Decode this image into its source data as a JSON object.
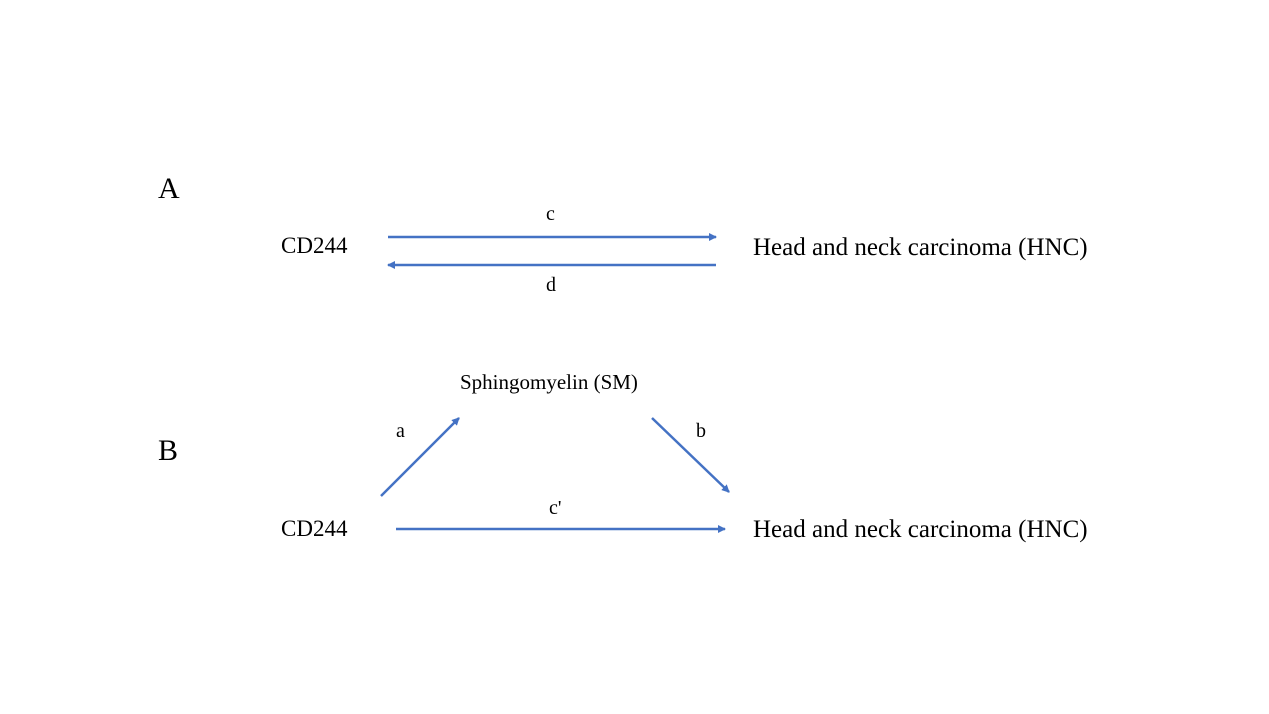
{
  "panelA": {
    "label": "A",
    "source": "CD244",
    "target": "Head and neck carcinoma (HNC)",
    "forward": "c",
    "reverse": "d"
  },
  "panelB": {
    "label": "B",
    "source": "CD244",
    "mediator": "Sphingomyelin (SM)",
    "target": "Head and neck carcinoma (HNC)",
    "path_a": "a",
    "path_b": "b",
    "direct": "c'"
  },
  "colors": {
    "arrow": "#4472C4"
  }
}
